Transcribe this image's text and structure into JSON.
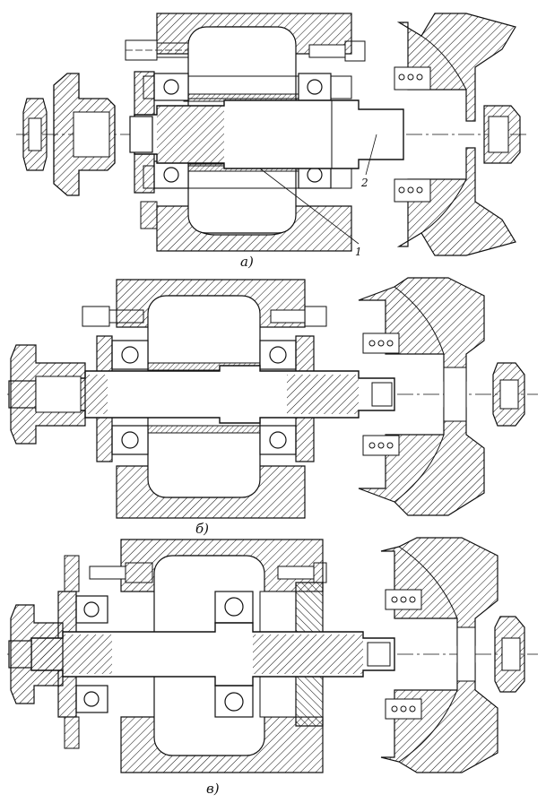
{
  "figure": {
    "panels": [
      {
        "id": "a",
        "caption": "а)"
      },
      {
        "id": "b",
        "caption": "б)"
      },
      {
        "id": "c",
        "caption": "в)"
      }
    ],
    "callouts": {
      "part_1": "1",
      "part_2": "2"
    }
  },
  "colors": {
    "ink": "#111111",
    "paper": "#ffffff"
  }
}
